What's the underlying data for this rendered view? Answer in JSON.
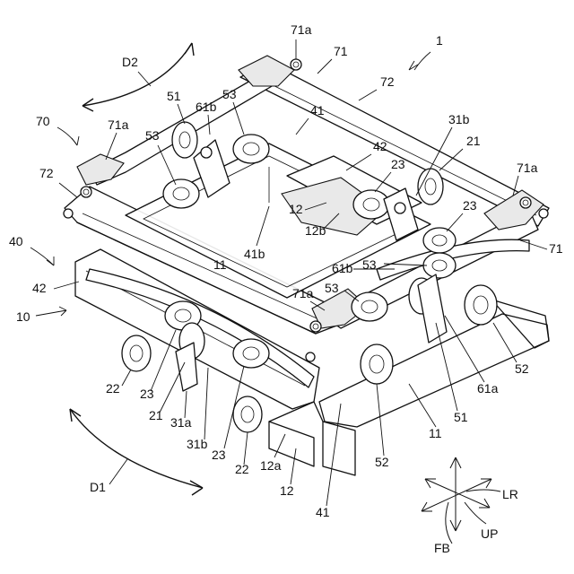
{
  "figure": {
    "labels": [
      {
        "id": "1",
        "text": "1"
      },
      {
        "id": "71a_top",
        "text": "71a"
      },
      {
        "id": "71_top",
        "text": "71"
      },
      {
        "id": "72_top",
        "text": "72"
      },
      {
        "id": "D2",
        "text": "D2"
      },
      {
        "id": "51_top",
        "text": "51"
      },
      {
        "id": "53_top",
        "text": "53"
      },
      {
        "id": "61b_top",
        "text": "61b"
      },
      {
        "id": "41_top",
        "text": "41"
      },
      {
        "id": "31b_right",
        "text": "31b"
      },
      {
        "id": "21_right",
        "text": "21"
      },
      {
        "id": "70",
        "text": "70"
      },
      {
        "id": "71a_left",
        "text": "71a"
      },
      {
        "id": "53_left",
        "text": "53"
      },
      {
        "id": "42_mid",
        "text": "42"
      },
      {
        "id": "23_mid",
        "text": "23"
      },
      {
        "id": "71a_right",
        "text": "71a"
      },
      {
        "id": "72_left",
        "text": "72"
      },
      {
        "id": "12_mid",
        "text": "12"
      },
      {
        "id": "12b",
        "text": "12b"
      },
      {
        "id": "23_right",
        "text": "23"
      },
      {
        "id": "71_right",
        "text": "71"
      },
      {
        "id": "41b",
        "text": "41b"
      },
      {
        "id": "40",
        "text": "40"
      },
      {
        "id": "11_mid",
        "text": "11"
      },
      {
        "id": "53_mid",
        "text": "53"
      },
      {
        "id": "61b_mid",
        "text": "61b"
      },
      {
        "id": "42_left",
        "text": "42"
      },
      {
        "id": "53_low",
        "text": "53"
      },
      {
        "id": "71a_low",
        "text": "71a"
      },
      {
        "id": "10",
        "text": "10"
      },
      {
        "id": "22_left",
        "text": "22"
      },
      {
        "id": "23_left",
        "text": "23"
      },
      {
        "id": "21_left",
        "text": "21"
      },
      {
        "id": "31a",
        "text": "31a"
      },
      {
        "id": "31b_low",
        "text": "31b"
      },
      {
        "id": "23_low",
        "text": "23"
      },
      {
        "id": "22_low",
        "text": "22"
      },
      {
        "id": "12a",
        "text": "12a"
      },
      {
        "id": "12_low",
        "text": "12"
      },
      {
        "id": "41_low",
        "text": "41"
      },
      {
        "id": "52_low",
        "text": "52"
      },
      {
        "id": "11_low",
        "text": "11"
      },
      {
        "id": "51_low",
        "text": "51"
      },
      {
        "id": "61a",
        "text": "61a"
      },
      {
        "id": "52_right",
        "text": "52"
      },
      {
        "id": "D1",
        "text": "D1"
      }
    ],
    "axes_legend": {
      "lr": "LR",
      "up": "UP",
      "fb": "FB"
    }
  }
}
